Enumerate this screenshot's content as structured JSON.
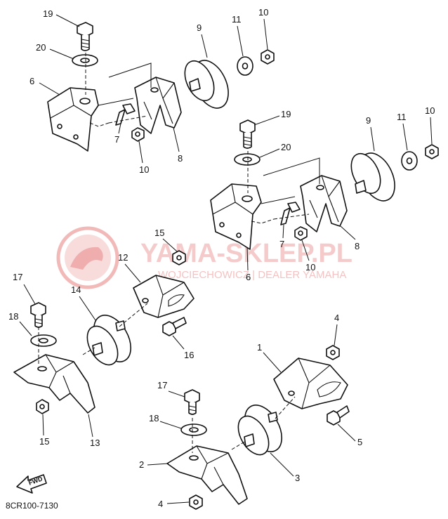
{
  "diagram": {
    "drawing_code": "8CR100-7130",
    "fwd_label": "FWD",
    "watermark": {
      "brand": "YAMA-SKLEP.PL",
      "subtitle": "WOJCIECHOWICZ | DEALER YAMAHA",
      "colors": {
        "logo": "#e57373",
        "text": "#f2b4b4"
      }
    },
    "callouts": {
      "c19a": "19",
      "c20a": "20",
      "c6a": "6",
      "c9a": "9",
      "c11a": "11",
      "c10a": "10",
      "c7a": "7",
      "c10b": "10",
      "c8a": "8",
      "c19b": "19",
      "c20b": "20",
      "c9b": "9",
      "c11b": "11",
      "c10c": "10",
      "c7b": "7",
      "c10d": "10",
      "c8b": "8",
      "c6b": "6",
      "c15a": "15",
      "c12": "12",
      "c17a": "17",
      "c14": "14",
      "c18a": "18",
      "c16": "16",
      "c13": "13",
      "c15b": "15",
      "c4a": "4",
      "c1": "1",
      "c17b": "17",
      "c18b": "18",
      "c5": "5",
      "c2": "2",
      "c3": "3",
      "c4b": "4"
    }
  }
}
